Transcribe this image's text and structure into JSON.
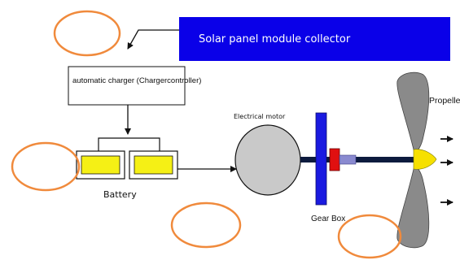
{
  "labels": {
    "solar_panel": "Solar panel module collector",
    "charger": "automatic charger (Chargercontroller)",
    "electrical_motor": "Electrical motor",
    "battery": "Battery",
    "gear_box": "Gear Box",
    "propeller": "Propeller"
  },
  "colors": {
    "solar_panel_fill": "#0a00e8",
    "battery_cell_fill": "#f5f015",
    "motor_fill": "#c9c9c9",
    "gearbox_plate_fill": "#1a1ae0",
    "coupling_red": "#e01010",
    "coupling_blue": "#8a8ad0",
    "shaft": "#0d1b3e",
    "propeller_fill": "#8a8a8a",
    "hub_fill": "#f6e000",
    "blank_marker_stroke": "#f08a3c"
  },
  "blank_markers": [
    {
      "id": "marker-top-left"
    },
    {
      "id": "marker-battery"
    },
    {
      "id": "marker-motor"
    },
    {
      "id": "marker-propeller"
    }
  ]
}
